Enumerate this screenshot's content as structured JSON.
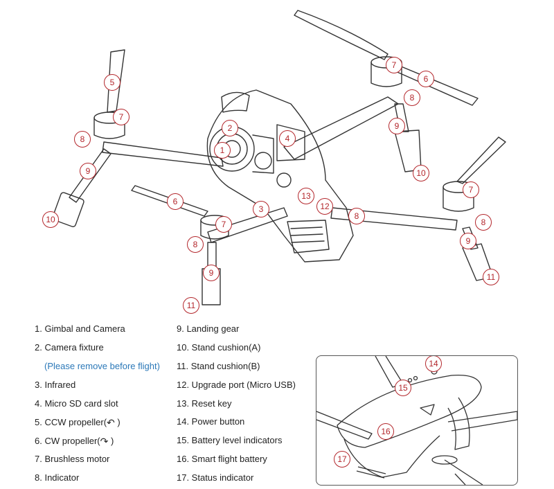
{
  "legend_left": [
    {
      "text": "1. Gimbal and Camera"
    },
    {
      "text": "2. Camera fixture"
    },
    {
      "text": "(Please remove before flight)",
      "note": true
    },
    {
      "text": "3. Infrared"
    },
    {
      "text": "4. Micro SD card slot"
    },
    {
      "text": "5. CCW propeller(",
      "icon": "↶",
      "icon_name": "ccw-rotation-icon",
      "suffix": ")"
    },
    {
      "text": "6. CW propeller(",
      "icon": "↷",
      "icon_name": "cw-rotation-icon",
      "suffix": ")"
    },
    {
      "text": "7. Brushless motor"
    },
    {
      "text": "8. Indicator"
    }
  ],
  "legend_right": [
    "9. Landing gear",
    "10. Stand cushion(A)",
    "11. Stand cushion(B)",
    "12. Upgrade port (Micro USB)",
    "13. Reset key",
    "14. Power button",
    "15. Battery level indicators",
    "16. Smart flight battery",
    "17. Status indicator"
  ],
  "callouts": [
    "5",
    "7",
    "8",
    "9",
    "10",
    "6",
    "7",
    "8",
    "9",
    "10",
    "1",
    "2",
    "4",
    "3",
    "13",
    "12",
    "8",
    "6",
    "7",
    "8",
    "9",
    "11",
    "7",
    "8",
    "9",
    "11",
    "14",
    "15",
    "16",
    "17"
  ],
  "colors": {
    "callout": "#b3262b",
    "note": "#2b78b8",
    "line": "#333333"
  }
}
